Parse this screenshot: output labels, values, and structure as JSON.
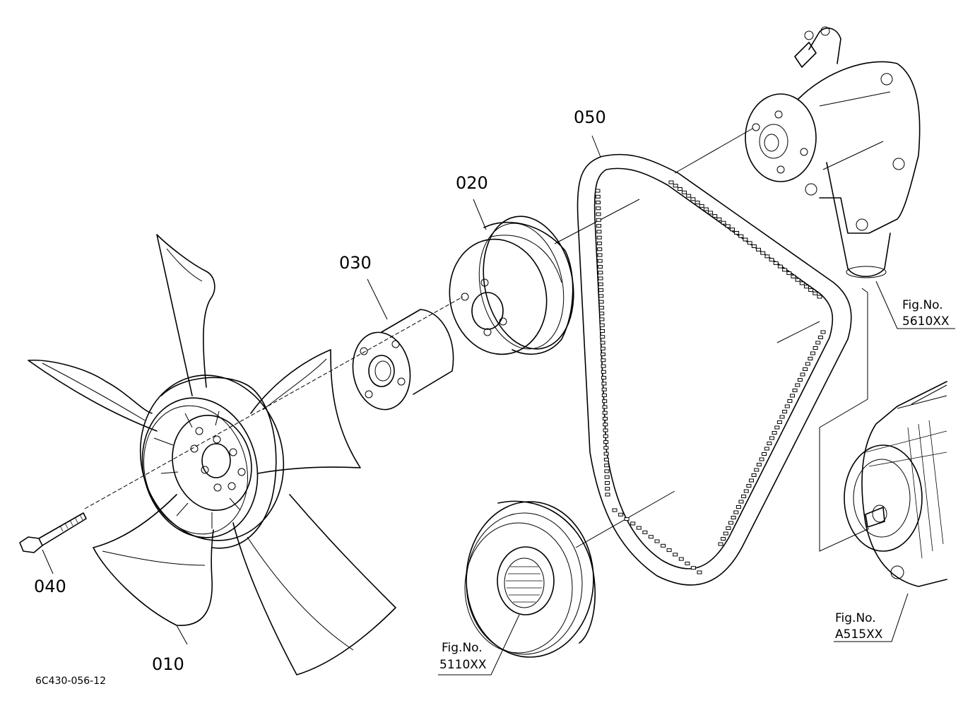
{
  "parts": [
    {
      "id": "010",
      "label": "010"
    },
    {
      "id": "020",
      "label": "020"
    },
    {
      "id": "030",
      "label": "030"
    },
    {
      "id": "040",
      "label": "040"
    },
    {
      "id": "050",
      "label": "050"
    }
  ],
  "refs": [
    {
      "line1": "Fig.No.",
      "line2": "5610XX"
    },
    {
      "line1": "Fig.No.",
      "line2": "A515XX"
    },
    {
      "line1": "Fig.No.",
      "line2": "5110XX"
    }
  ],
  "drawing_code": "6C430-056-12"
}
